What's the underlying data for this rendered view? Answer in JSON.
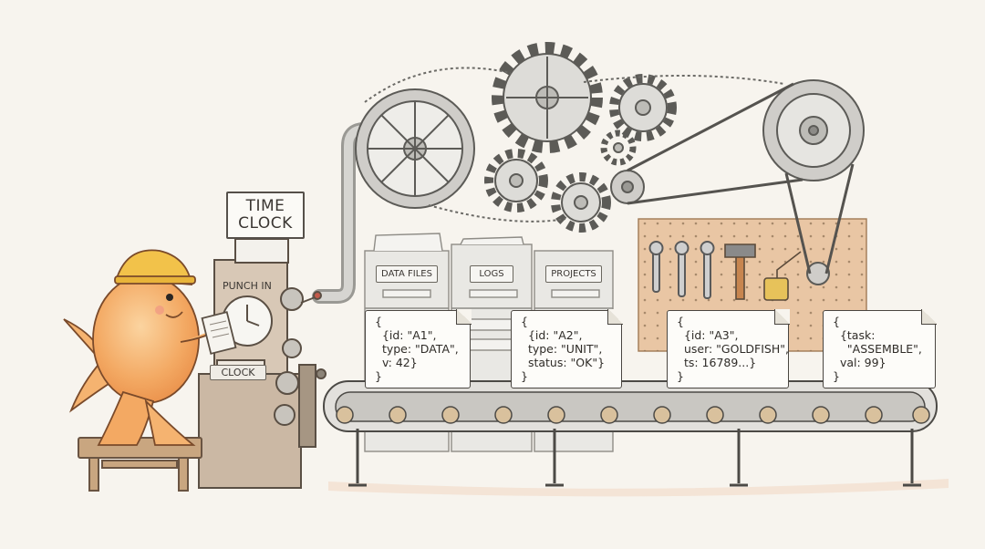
{
  "sign": {
    "line1": "TIME",
    "line2": "CLOCK"
  },
  "machine": {
    "punch_label": "PUNCH IN",
    "clock_label": "CLOCK"
  },
  "cabinets": [
    {
      "label": "DATA FILES"
    },
    {
      "label": "LOGS"
    },
    {
      "label": "PROJECTS"
    }
  ],
  "cards": [
    {
      "text": "{\n  {id: \"A1\",\n  type: \"DATA\",\n  v: 42}\n}"
    },
    {
      "text": "{\n  {id: \"A2\",\n  type: \"UNIT\",\n  status: \"OK\"}\n}"
    },
    {
      "text": "{\n  {id: \"A3\",\n  user: \"GOLDFISH\",\n  ts: 16789...}\n}"
    },
    {
      "text": "{\n  {task:\n    \"ASSEMBLE\",\n  val: 99}\n}"
    }
  ],
  "colors": {
    "background": "#f7f4ee",
    "fish": "#f0a55a",
    "hardhat": "#f2c24a",
    "ink": "#4a4641"
  },
  "icons": [
    "goldfish-illustration",
    "hardhat-icon",
    "gear-icon",
    "pulley-wheel-icon",
    "wrench-icon",
    "hammer-icon",
    "oil-can-icon",
    "conveyor-belt-icon"
  ]
}
